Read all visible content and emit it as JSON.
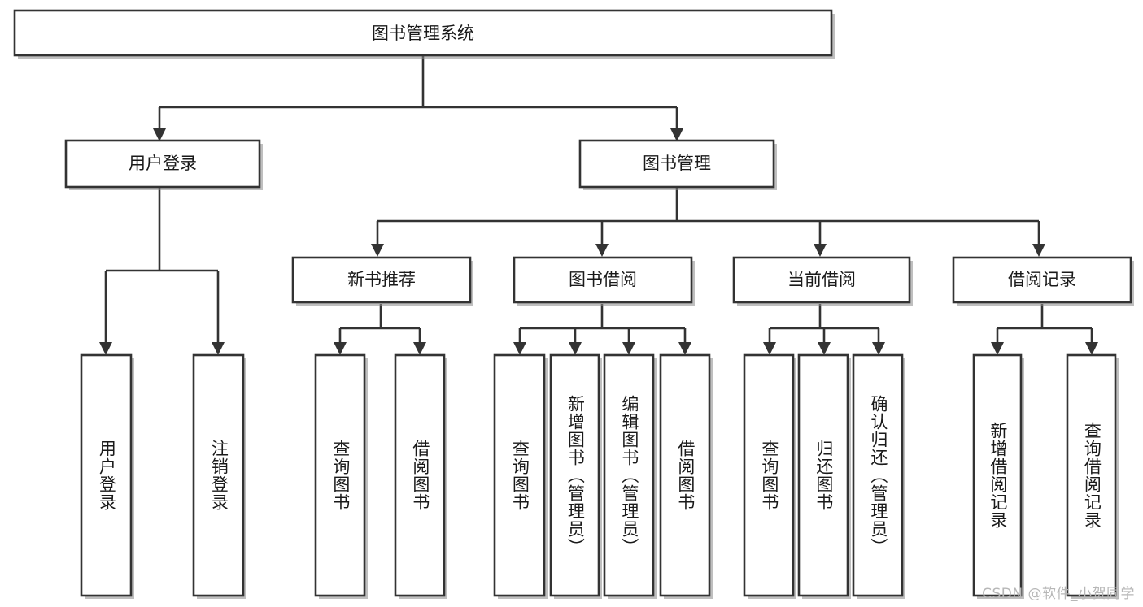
{
  "diagram": {
    "type": "tree-hierarchy",
    "title": "图书管理系统",
    "watermark": "CSDN @软件_小贺同学",
    "colors": {
      "box_stroke": "#333333",
      "box_fill": "#ffffff",
      "connector": "#333333",
      "text": "#1a1a1a",
      "watermark": "#b7b7b7",
      "background": "#ffffff"
    },
    "levels": [
      {
        "level": 0,
        "nodes": [
          {
            "id": "root",
            "label": "图书管理系统",
            "orientation": "horizontal"
          }
        ]
      },
      {
        "level": 1,
        "nodes": [
          {
            "id": "login",
            "label": "用户登录",
            "orientation": "horizontal",
            "parent": "root"
          },
          {
            "id": "bookmgr",
            "label": "图书管理",
            "orientation": "horizontal",
            "parent": "root"
          }
        ]
      },
      {
        "level": 2,
        "nodes": [
          {
            "id": "newbook",
            "label": "新书推荐",
            "orientation": "horizontal",
            "parent": "bookmgr"
          },
          {
            "id": "borrow",
            "label": "图书借阅",
            "orientation": "horizontal",
            "parent": "bookmgr"
          },
          {
            "id": "current",
            "label": "当前借阅",
            "orientation": "horizontal",
            "parent": "bookmgr"
          },
          {
            "id": "record",
            "label": "借阅记录",
            "orientation": "horizontal",
            "parent": "bookmgr"
          }
        ]
      },
      {
        "level": 3,
        "nodes": [
          {
            "id": "leaf-user-login",
            "label": "用户登录",
            "orientation": "vertical",
            "parent": "login"
          },
          {
            "id": "leaf-user-logout",
            "label": "注销登录",
            "orientation": "vertical",
            "parent": "login"
          },
          {
            "id": "leaf-query-book-1",
            "label": "查询图书",
            "orientation": "vertical",
            "parent": "newbook"
          },
          {
            "id": "leaf-borrow-book-1",
            "label": "借阅图书",
            "orientation": "vertical",
            "parent": "newbook"
          },
          {
            "id": "leaf-query-book-2",
            "label": "查询图书",
            "orientation": "vertical",
            "parent": "borrow"
          },
          {
            "id": "leaf-add-book",
            "label": "新增图书（管理员）",
            "orientation": "vertical",
            "parent": "borrow"
          },
          {
            "id": "leaf-edit-book",
            "label": "编辑图书（管理员）",
            "orientation": "vertical",
            "parent": "borrow"
          },
          {
            "id": "leaf-borrow-book-2",
            "label": "借阅图书",
            "orientation": "vertical",
            "parent": "borrow"
          },
          {
            "id": "leaf-query-book-3",
            "label": "查询图书",
            "orientation": "vertical",
            "parent": "current"
          },
          {
            "id": "leaf-return-book",
            "label": "归还图书",
            "orientation": "vertical",
            "parent": "current"
          },
          {
            "id": "leaf-confirm-return",
            "label": "确认归还（管理员）",
            "orientation": "vertical",
            "parent": "current"
          },
          {
            "id": "leaf-add-record",
            "label": "新增借阅记录",
            "orientation": "vertical",
            "parent": "record"
          },
          {
            "id": "leaf-query-record",
            "label": "查询借阅记录",
            "orientation": "vertical",
            "parent": "record"
          }
        ]
      }
    ]
  }
}
